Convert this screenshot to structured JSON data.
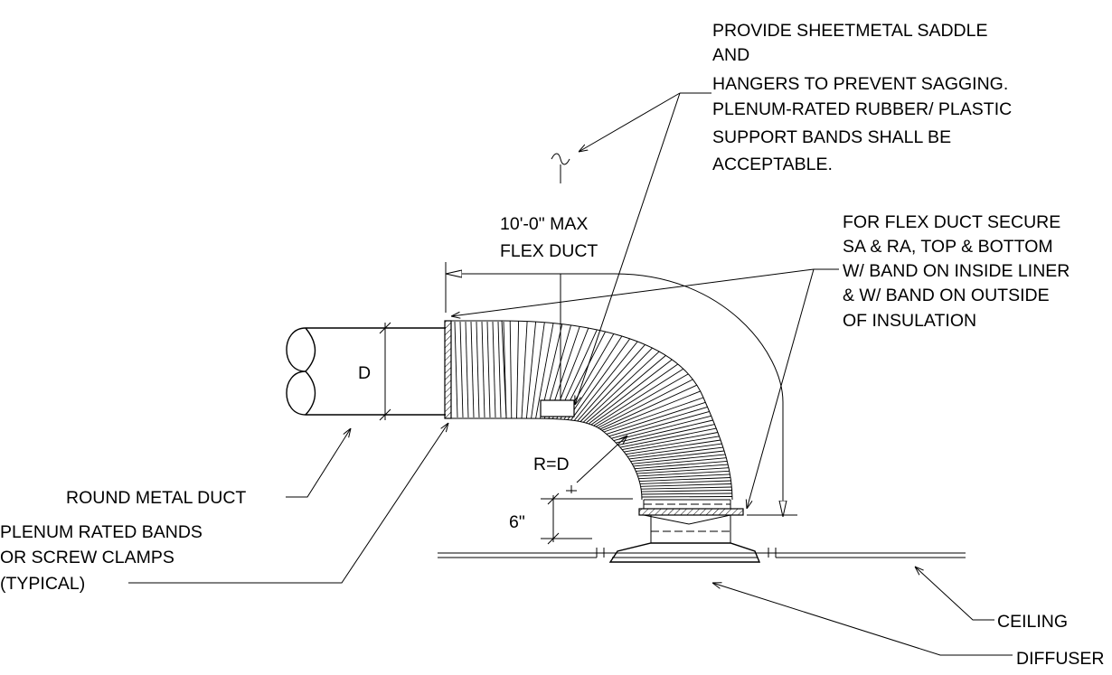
{
  "notes": {
    "saddle": [
      "PROVIDE SHEETMETAL SADDLE",
      "AND",
      "HANGERS TO PREVENT SAGGING.",
      "PLENUM-RATED RUBBER/ PLASTIC",
      "SUPPORT BANDS SHALL BE",
      "ACCEPTABLE."
    ],
    "max_length": [
      "10'-0\" MAX",
      "FLEX DUCT"
    ],
    "secure": [
      "FOR FLEX DUCT SECURE",
      "SA & RA, TOP & BOTTOM",
      "W/ BAND ON INSIDE LINER",
      "& W/ BAND ON OUTSIDE",
      "OF INSULATION"
    ],
    "bands": [
      "PLENUM RATED BANDS",
      "OR SCREW CLAMPS",
      "(TYPICAL)"
    ]
  },
  "labels": {
    "duct_diameter": "D",
    "radius": "R=D",
    "offset": "6\"",
    "round_duct": "ROUND METAL DUCT",
    "ceiling": "CEILING",
    "diffuser": "DIFFUSER"
  }
}
